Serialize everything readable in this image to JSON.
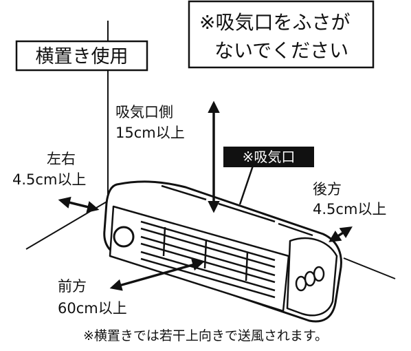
{
  "mode_label": "横置き使用",
  "intake_warning": [
    "※吸気口をふさが",
    "ないでください"
  ],
  "intake_label": "※吸気口",
  "clearances": {
    "intake_side": [
      "吸気口側",
      "15cm以上"
    ],
    "left_right": [
      "左右",
      "4.5cm以上"
    ],
    "rear": [
      "後方",
      "4.5cm以上"
    ],
    "front": [
      "前方",
      "60cm以上"
    ]
  },
  "footnote": "※横置きでは若干上向きで送風されます。",
  "colors": {
    "line": "#111111",
    "label_bg": "#111111",
    "label_text": "#ffffff"
  },
  "icons": [
    "double-arrow-icon",
    "heater-illustration"
  ]
}
